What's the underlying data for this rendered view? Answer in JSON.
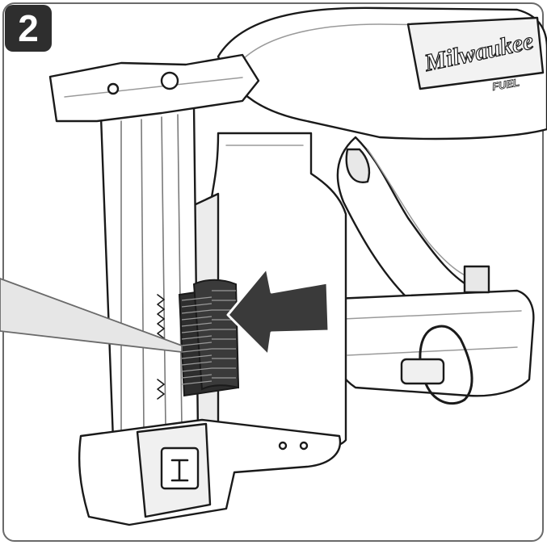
{
  "step": {
    "number": "2"
  },
  "logo": {
    "brand": "Milwaukee",
    "sub": "FUEL"
  },
  "colors": {
    "outline": "#1a1a1a",
    "body": "#ffffff",
    "shade": "#e8e8e8",
    "shade_dark": "#cfcfcf",
    "highlight": "#2e2e2e",
    "arrow": "#3a3a3a",
    "badge": "#2e2e2e"
  },
  "icons": {
    "direction_arrow": "arrow-left-icon",
    "callout": "callout-pointer"
  }
}
